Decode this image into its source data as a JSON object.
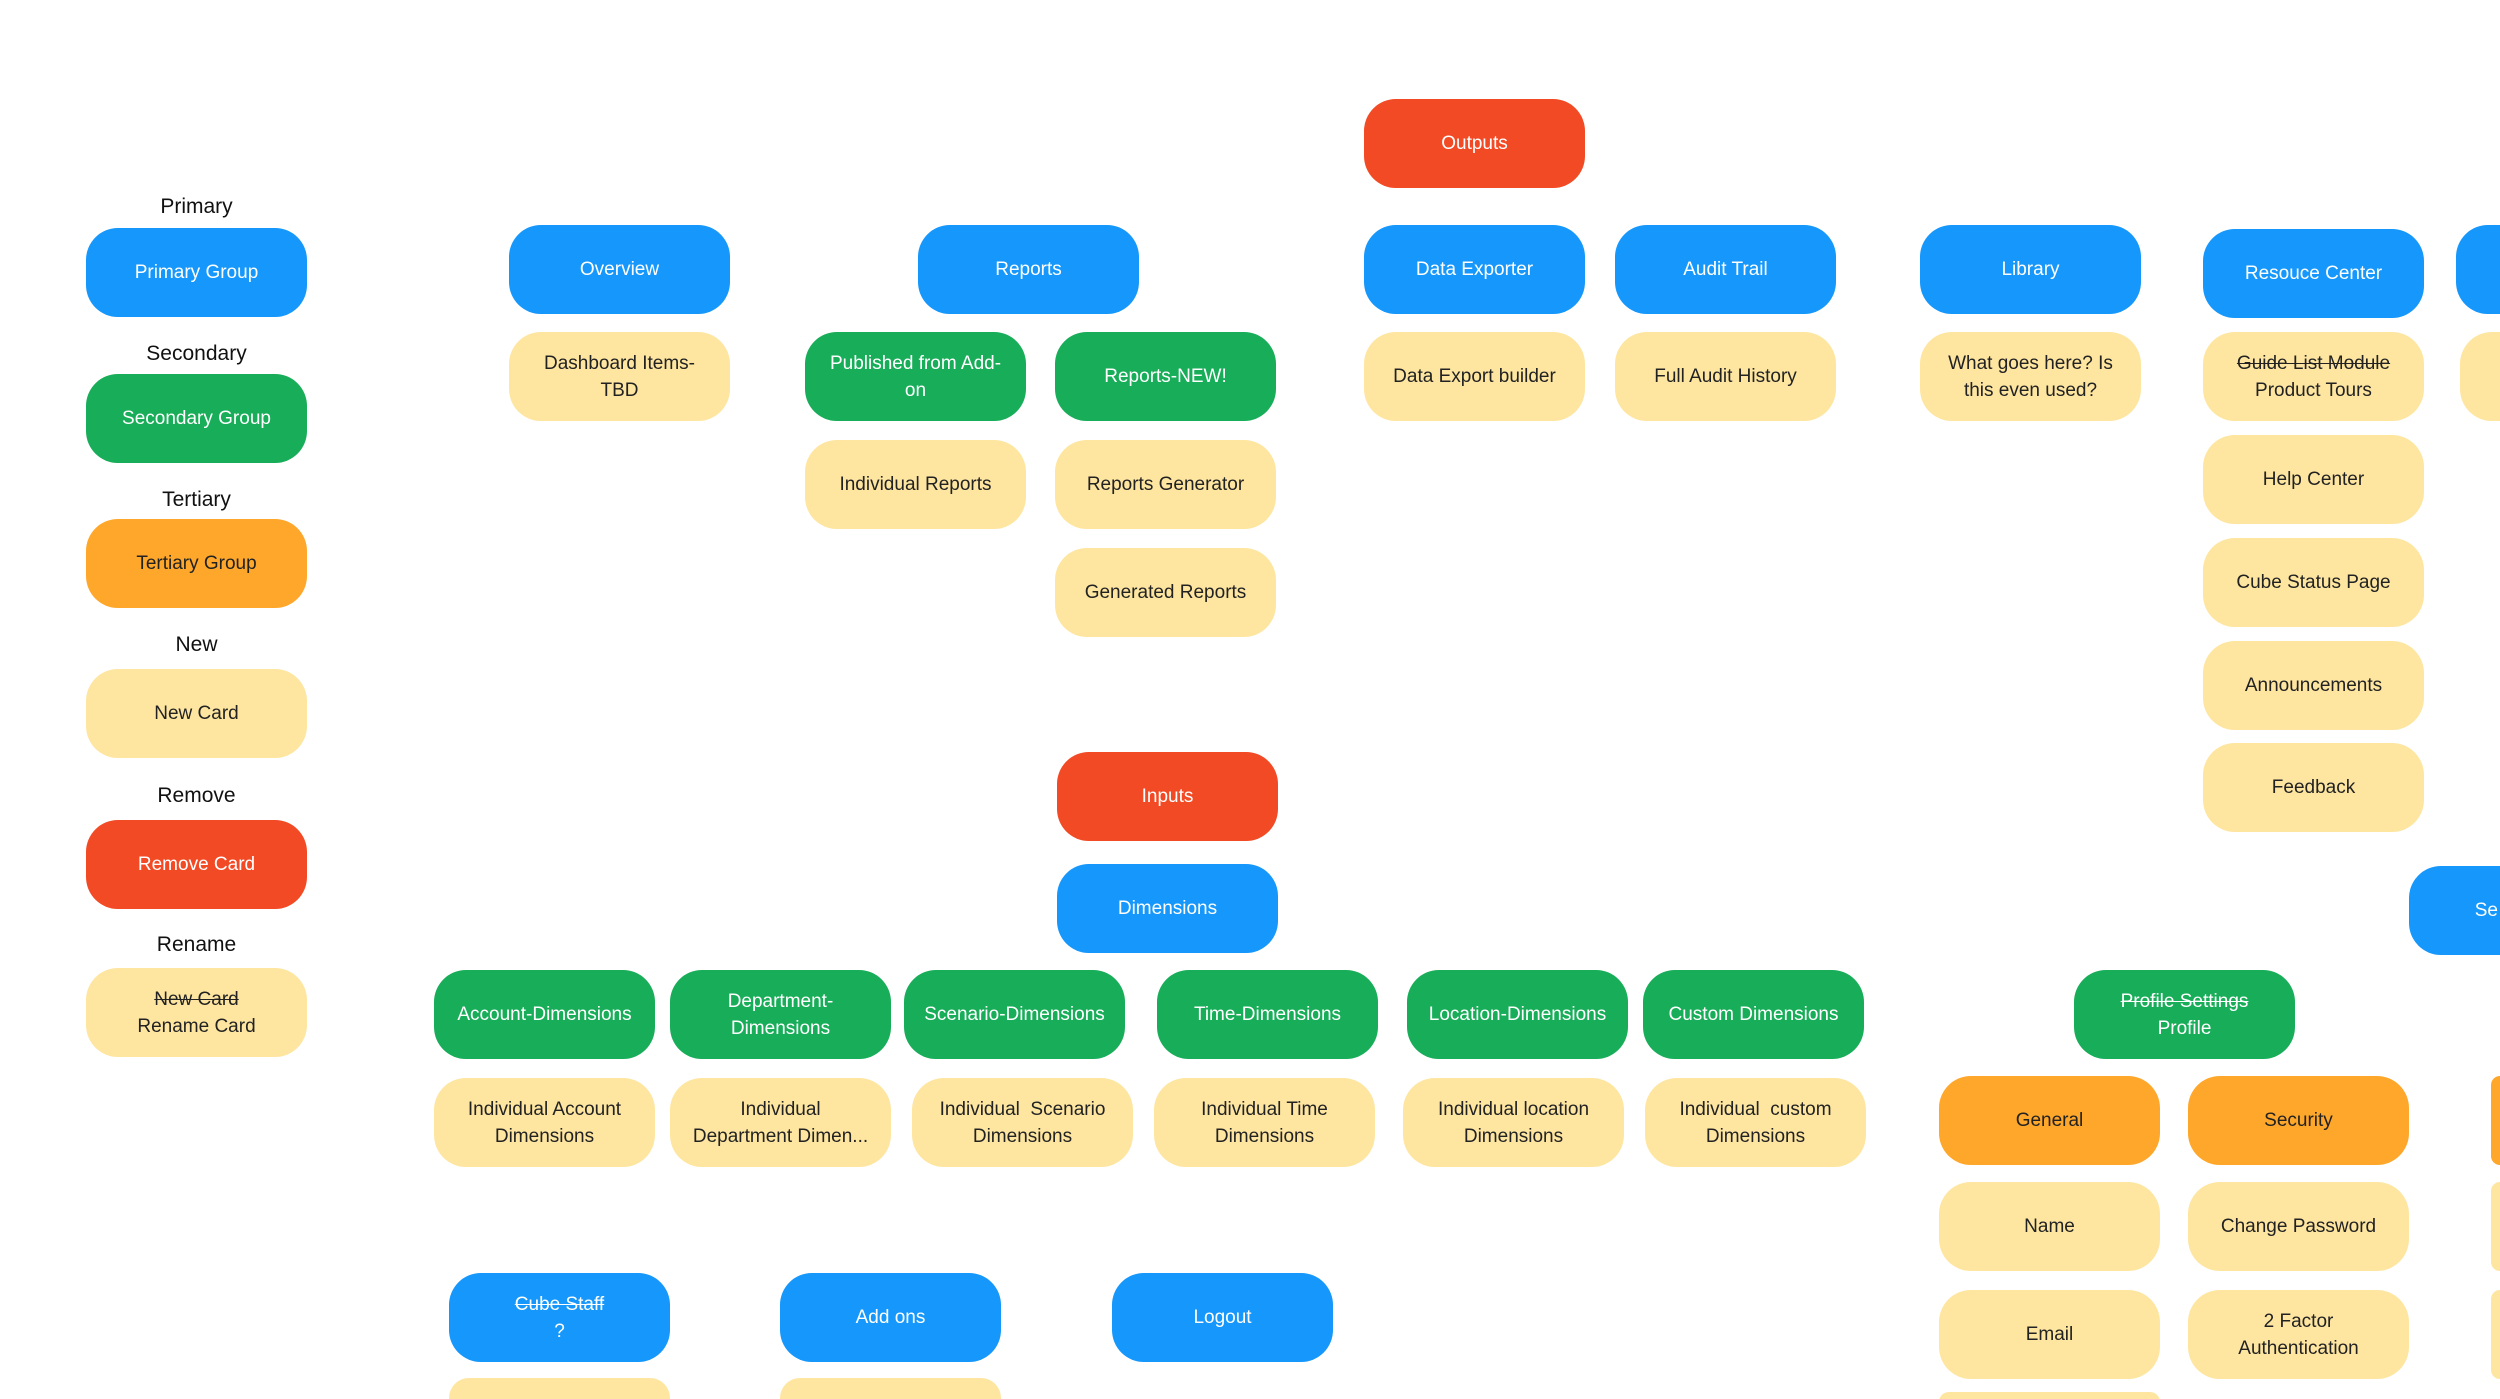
{
  "palette": {
    "blue": "#1597fb",
    "green": "#18ad58",
    "orange": "#fea72b",
    "yellow": "#fee6a1",
    "red": "#f24a24"
  },
  "legend": [
    {
      "heading": "Primary",
      "card": "Primary Group",
      "color": "blue"
    },
    {
      "heading": "Secondary",
      "card": "Secondary Group",
      "color": "green"
    },
    {
      "heading": "Tertiary",
      "card": "Tertiary Group",
      "color": "orange"
    },
    {
      "heading": "New",
      "card": "New Card",
      "color": "yellow"
    },
    {
      "heading": "Remove",
      "card": "Remove Card",
      "color": "red"
    },
    {
      "heading": "Rename",
      "card": "Rename Card",
      "old": "New Card",
      "color": "yellow"
    }
  ],
  "outputs": {
    "root": "Outputs",
    "overview": {
      "title": "Overview",
      "children": [
        "Dashboard Items-\nTBD"
      ]
    },
    "reports": {
      "title": "Reports",
      "published": {
        "title": "Published from Add-\non",
        "children": [
          "Individual Reports"
        ]
      },
      "reports_new": {
        "title": "Reports-NEW!",
        "children": [
          "Reports Generator",
          "Generated Reports"
        ]
      }
    },
    "data_exporter": {
      "title": "Data Exporter",
      "children": [
        "Data Export builder"
      ]
    },
    "audit_trail": {
      "title": "Audit Trail",
      "children": [
        "Full Audit History"
      ]
    },
    "library": {
      "title": "Library",
      "children": [
        "What goes here? Is\nthis even used?"
      ]
    },
    "resource_center": {
      "title": "Resouce Center",
      "renamed": {
        "old": "Guide List Module",
        "new": "Product Tours"
      },
      "children": [
        "Help Center",
        "Cube Status Page",
        "Announcements",
        "Feedback"
      ]
    },
    "partial_right_label": "Se"
  },
  "inputs": {
    "root": "Inputs",
    "dimensions": {
      "title": "Dimensions",
      "groups": [
        {
          "title": "Account-Dimensions",
          "child": "Individual Account\nDimensions"
        },
        {
          "title": "Department-\nDimensions",
          "child": "Individual\nDepartment Dimen..."
        },
        {
          "title": "Scenario-Dimensions",
          "child": "Individual  Scenario\nDimensions"
        },
        {
          "title": "Time-Dimensions",
          "child": "Individual Time\nDimensions"
        },
        {
          "title": "Location-Dimensions",
          "child": "Individual location\nDimensions"
        },
        {
          "title": "Custom Dimensions",
          "child": "Individual  custom\nDimensions"
        }
      ]
    }
  },
  "profile": {
    "renamed": {
      "old": "Profile Settings",
      "new": "Profile"
    },
    "general": {
      "title": "General",
      "children": [
        "Name",
        "Email"
      ]
    },
    "security": {
      "title": "Security",
      "children": [
        "Change Password",
        "2 Factor\nAuthentication"
      ]
    }
  },
  "bottom": {
    "cube_staff": {
      "old": "Cube Staff",
      "new": "?"
    },
    "add_ons": "Add ons",
    "logout": "Logout"
  }
}
